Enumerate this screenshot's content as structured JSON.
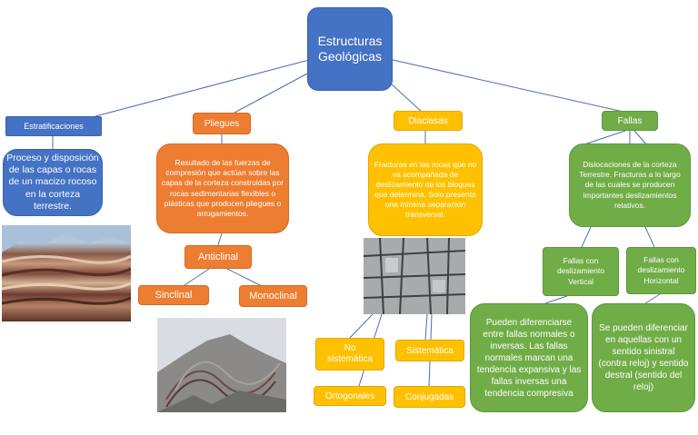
{
  "root": {
    "title": "Estructuras Geológicas"
  },
  "branches": {
    "estratificaciones": {
      "label": "Estratificaciones",
      "description": "Proceso y disposición de las capas o rocas de un macizo rocoso en la corteza terrestre."
    },
    "pliegues": {
      "label": "Pliegues",
      "description": "Resultado de las fuerzas de compresión que actúan sobre las capas de la corteza construidas por rocas sedimentarias flexibles o plásticas que producen pliegues o arrugamientos.",
      "anticlinal": "Anticlinal",
      "sinclinal": "Sinclinal",
      "monoclinal": "Monoclinal"
    },
    "diaclasas": {
      "label": "Diaclasas",
      "description": "Fracturas en las rocas que no va acompañada de deslizamiento de los bloques que determina. Solo presenta una mínima separación transversal.",
      "no_sistematica": "No sistemática",
      "sistematica": "Sistemática",
      "ortogonales": "Ortogonales",
      "conjugadas": "Conjugadas"
    },
    "fallas": {
      "label": "Fallas",
      "description": "Dislocaciones de la corteza Terrestre. Fracturas a lo largo de las cuales se producen importantes deslizamientos relativos.",
      "vertical": "Fallas con deslizamiento Vertical",
      "horizontal": "Fallas con deslizamiento Horizontal",
      "vertical_desc": "Pueden diferenciarse entre fallas normales o inversas. Las fallas normales marcan una tendencia expansiva y las fallas inversas una tendencia compresiva",
      "horizontal_desc": "Se pueden diferenciar en aquellas con un sentido sinistral (contra reloj) y sentido destral (sentido del reloj)"
    }
  },
  "colors": {
    "blue": "#4472c4",
    "orange": "#ed7d31",
    "yellow": "#ffc000",
    "green": "#70ad47",
    "line": "#4a6fb0"
  }
}
